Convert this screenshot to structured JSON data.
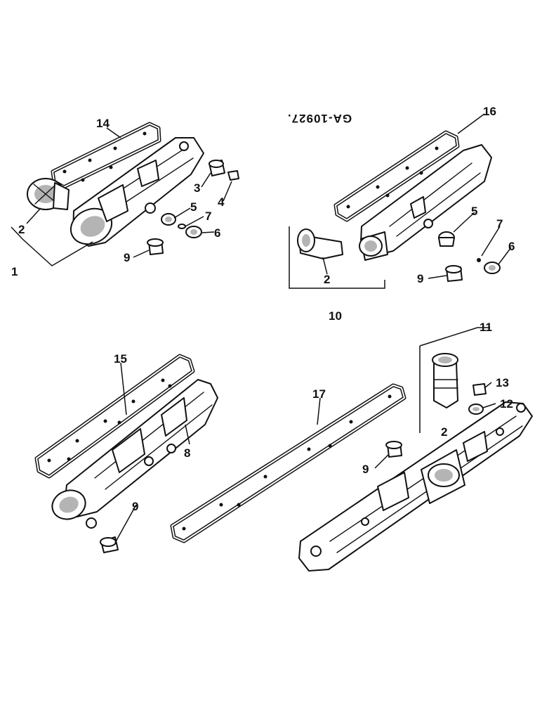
{
  "drawing_code": "GA-10927.",
  "callouts": [
    {
      "id": "c14a",
      "text": "14"
    },
    {
      "id": "c2a",
      "text": "2"
    },
    {
      "id": "c1",
      "text": "1"
    },
    {
      "id": "c3a",
      "text": "3"
    },
    {
      "id": "c4",
      "text": "4"
    },
    {
      "id": "c5a",
      "text": "5"
    },
    {
      "id": "c7a",
      "text": "7"
    },
    {
      "id": "c6a",
      "text": "6"
    },
    {
      "id": "c9a",
      "text": "9"
    },
    {
      "id": "c16",
      "text": "16"
    },
    {
      "id": "c2b",
      "text": "2"
    },
    {
      "id": "c10",
      "text": "10"
    },
    {
      "id": "c5b",
      "text": "5"
    },
    {
      "id": "c7b",
      "text": "7"
    },
    {
      "id": "c6b",
      "text": "6"
    },
    {
      "id": "c9b",
      "text": "9"
    },
    {
      "id": "c15",
      "text": "15"
    },
    {
      "id": "c8",
      "text": "8"
    },
    {
      "id": "c9c",
      "text": "9"
    },
    {
      "id": "c17",
      "text": "17"
    },
    {
      "id": "c11",
      "text": "11"
    },
    {
      "id": "c13",
      "text": "13"
    },
    {
      "id": "c12",
      "text": "12"
    },
    {
      "id": "c2c",
      "text": "2"
    },
    {
      "id": "c9d",
      "text": "9"
    }
  ]
}
